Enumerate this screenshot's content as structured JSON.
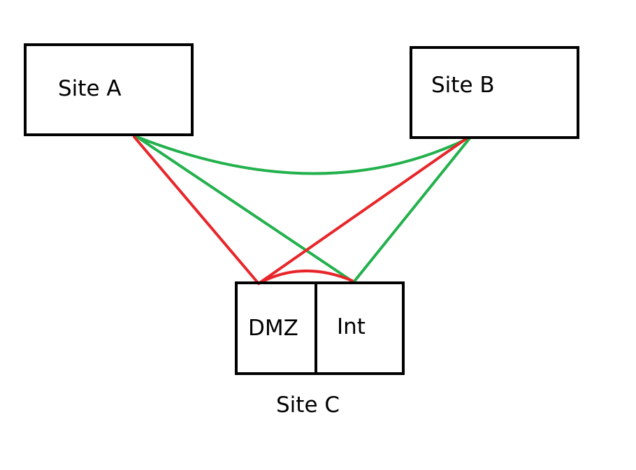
{
  "diagram": {
    "site_a": {
      "label": "Site A"
    },
    "site_b": {
      "label": "Site B"
    },
    "site_c": {
      "label": "Site C",
      "dmz_label": "DMZ",
      "int_label": "Int"
    },
    "colors": {
      "red_link": "#e8262a",
      "green_link": "#22b14c",
      "border": "#000000"
    }
  }
}
